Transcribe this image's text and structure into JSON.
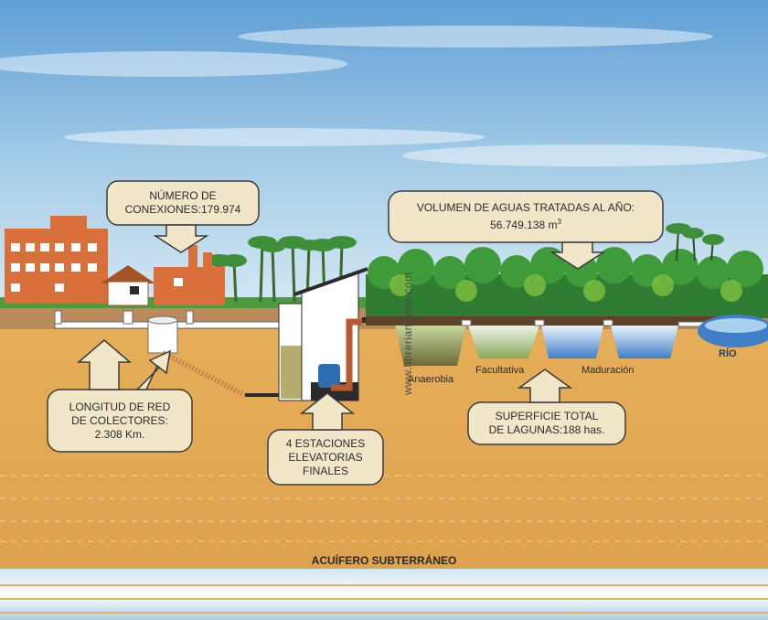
{
  "callouts": {
    "connections": {
      "line1": "NÚMERO DE",
      "line2": "CONEXIONES:179.974"
    },
    "treated_volume": {
      "line1": "VOLUMEN DE AGUAS TRATADAS AL AÑO:",
      "line2": "56.749.138 m",
      "unit_sup": "3"
    },
    "collector_network": {
      "line1": "LONGITUD DE RED",
      "line2": "DE COLECTORES:",
      "line3": "2.308 Km."
    },
    "pump_stations": {
      "line1": "4 ESTACIONES",
      "line2": "ELEVATORIAS",
      "line3": "FINALES"
    },
    "lagoon_area": {
      "line1": "SUPERFICIE TOTAL",
      "line2": "DE LAGUNAS:188 has."
    }
  },
  "lagoons": [
    "Anaerobia",
    "Facultativa",
    "Maduración"
  ],
  "river_label": "RÍO",
  "aquifer_label": "ACUÍFERO SUBTERRÁNEO",
  "watermark": "www.librerianueno.com",
  "colors": {
    "sky_top": "#5f9fd6",
    "sky_bottom": "#d6e9f4",
    "soil": "#e3a955",
    "building": "#d96f3a",
    "forest": "#2e7d32",
    "pipe": "#b85a2e",
    "water": "#3f7fc8",
    "callout_fill": "#f2e6c8"
  }
}
